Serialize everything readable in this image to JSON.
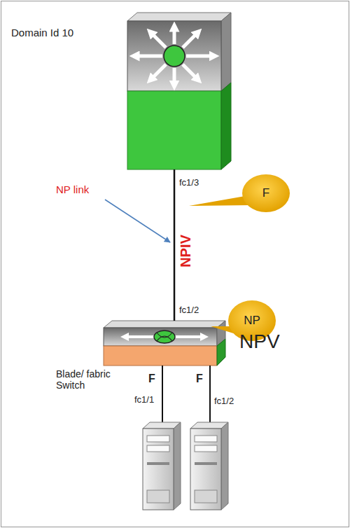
{
  "diagram": {
    "nodes": [
      {
        "text": [
          "Domain Id 10"
        ]
      },
      {
        "text": [
          "F"
        ]
      },
      {
        "text": [
          "NP"
        ]
      },
      {
        "text": [
          "NPV",
          "Blade/ fabric Switch"
        ]
      }
    ],
    "edges": [
      {
        "from": 0,
        "to": 3,
        "arrow": "none",
        "label": "NPIV"
      }
    ],
    "labels": [
      "NP link",
      "fc1/3",
      "fc1/2",
      "F",
      "F",
      "fc1/1",
      "fc1/2"
    ]
  }
}
